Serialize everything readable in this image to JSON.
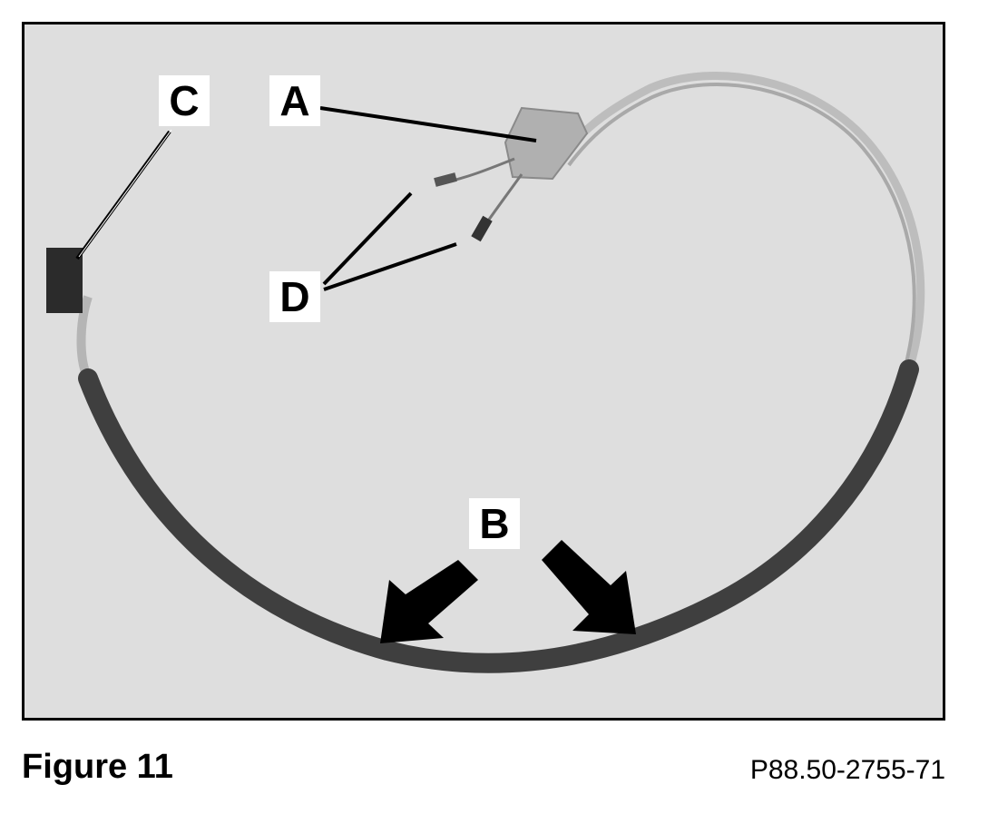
{
  "figure": {
    "label": "Figure 11",
    "reference_code": "P88.50-2755-71"
  },
  "callouts": {
    "a": "A",
    "b": "B",
    "c": "C",
    "d": "D"
  },
  "colors": {
    "background": "#dedede",
    "wire_silver": "#b9b9b9",
    "sleeve_dark": "#3d3d3d",
    "connector": "#2a2a2a"
  }
}
